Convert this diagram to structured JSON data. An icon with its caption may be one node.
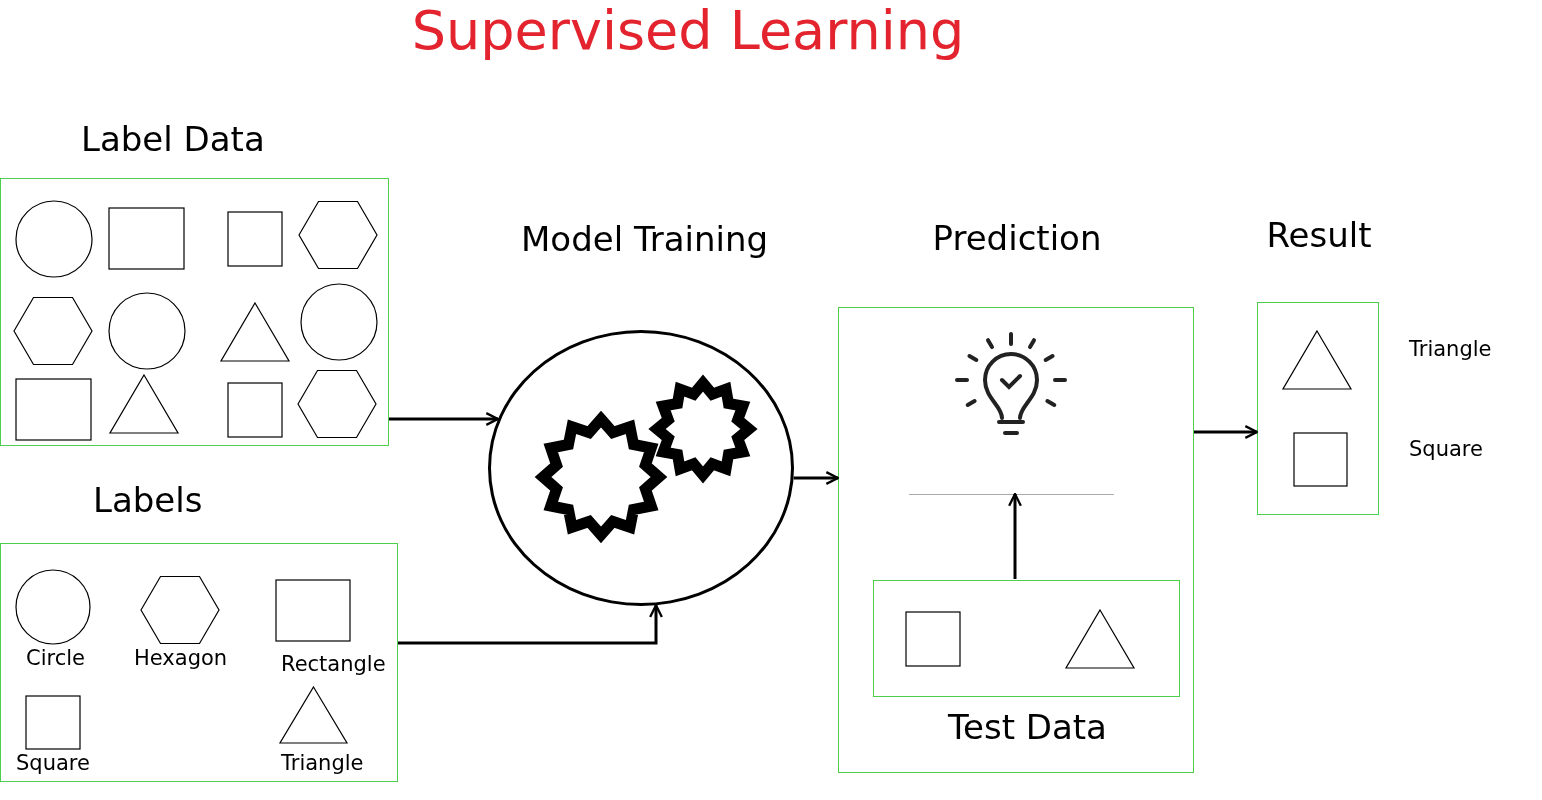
{
  "diagram": {
    "title": "Supervised Learning",
    "nodes": [
      {
        "text": [
          "Label Data"
        ]
      },
      {
        "text": [
          "Labels",
          "Circle",
          "Hexagon",
          "Rectangle",
          "Square",
          "Triangle"
        ]
      },
      {
        "text": [
          "Model Training"
        ]
      },
      {
        "text": [
          "Prediction"
        ]
      },
      {
        "text": [
          "Test Data"
        ],
        "in": 3
      },
      {
        "text": [],
        "shape": "picture",
        "in": 3
      },
      {
        "text": [
          "Result"
        ],
        "beside": [
          "Triangle",
          "Square"
        ]
      }
    ],
    "edges": [
      {
        "from": 0,
        "to": 2,
        "arrow": "to"
      },
      {
        "from": 1,
        "to": 2,
        "arrow": "to"
      },
      {
        "from": 2,
        "to": 3,
        "arrow": "to"
      },
      {
        "from": 4,
        "to": 5,
        "arrow": "to"
      },
      {
        "from": 3,
        "to": 6,
        "arrow": "to"
      }
    ]
  }
}
